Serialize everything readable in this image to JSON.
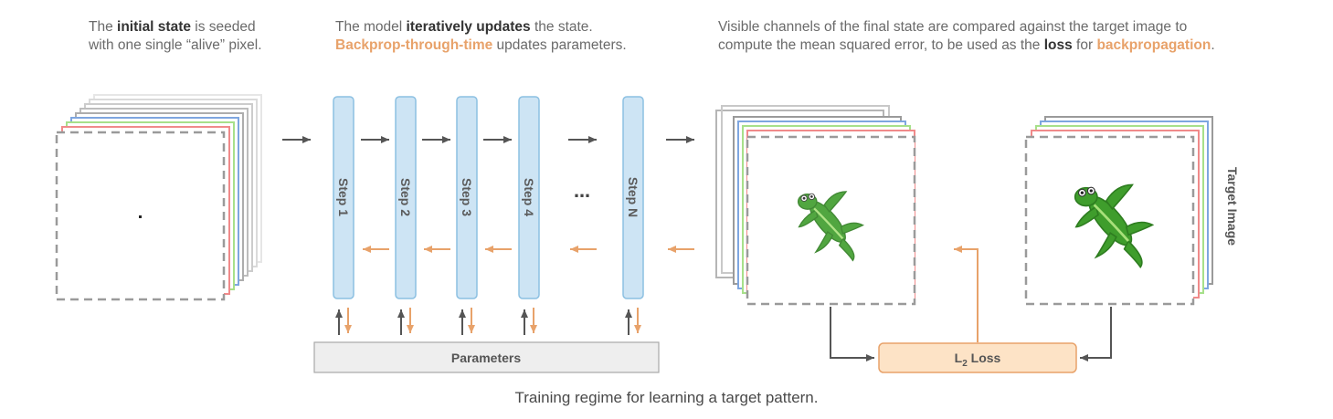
{
  "col1": {
    "line1_pre": "The ",
    "line1_bold": "initial state",
    "line1_post": " is seeded",
    "line2": "with one single “alive” pixel."
  },
  "col2": {
    "line1_pre": "The model ",
    "line1_bold": "iteratively updates",
    "line1_post": " the state.",
    "line2_hl": "Backprop-through-time",
    "line2_post": " updates parameters."
  },
  "col3": {
    "line1": "Visible channels of the final state are compared against the target image to",
    "line2_pre": "compute the mean squared error, to be used as the ",
    "line2_bold": "loss",
    "line2_mid": " for ",
    "line2_hl": "backpropagation",
    "line2_post": "."
  },
  "steps": [
    "Step 1",
    "Step 2",
    "Step 3",
    "Step 4",
    "Step N"
  ],
  "ellipsis": "…",
  "parameters_label": "Parameters",
  "loss": {
    "main": "L",
    "sub": "2",
    "post": " Loss"
  },
  "target_label": "Target Image",
  "caption": "Training regime for learning a target pattern.",
  "colors": {
    "step_fill": "#cde4f4",
    "step_stroke": "#8cc0e2",
    "backprop": "#e8a26a",
    "loss_fill": "#fde3c6",
    "loss_stroke": "#e8a26a",
    "forward_arrow": "#555555",
    "layer_colors": [
      "#e4e4e4",
      "#d8d8d8",
      "#c8c8c8",
      "#b8b8b8",
      "#a9a9a9",
      "#7ea6e0",
      "#a7e08a",
      "#f08a8a"
    ]
  }
}
